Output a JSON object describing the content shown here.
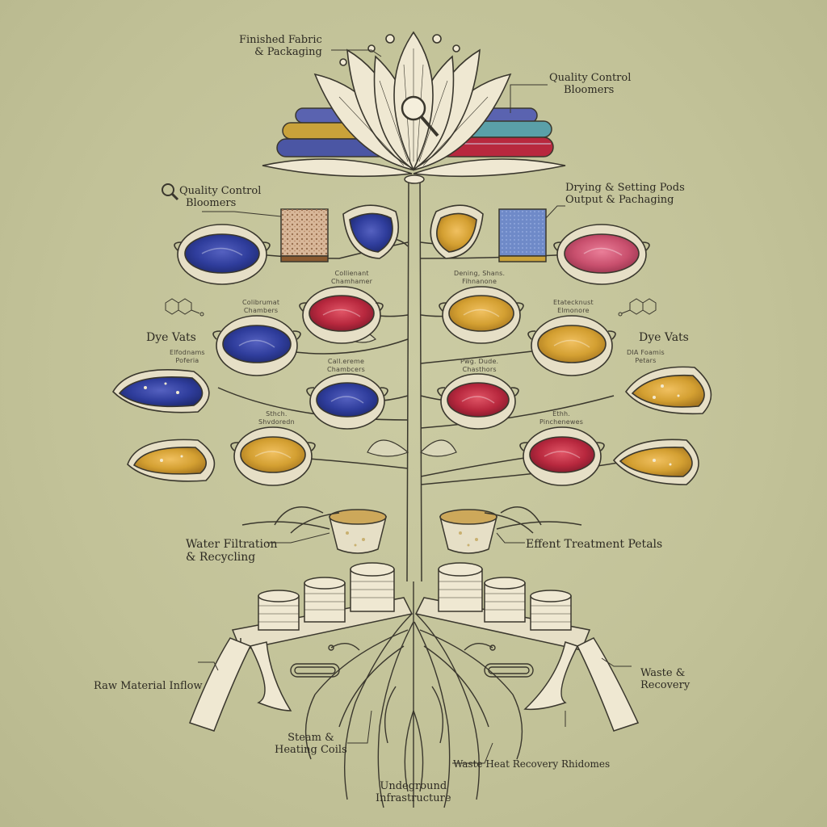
{
  "labels": {
    "finished_fabric": [
      "Finished Fabric",
      "& Packaging"
    ],
    "qc_bloomers_top": [
      "Quality Control",
      "Bloomers"
    ],
    "qc_bloomers_left": [
      "Quality Control",
      "Bloomers"
    ],
    "drying_setting": [
      "Drying & Setting Pods",
      "Output & Pachaging"
    ],
    "dye_vats_left": "Dye Vats",
    "dye_vats_right": "Dye Vats",
    "water_filtration": [
      "Water Filtration",
      "& Recycling"
    ],
    "effluent_treatment": "Effent Treatment Petals",
    "raw_material": "Raw Material Inflow",
    "waste_recovery": [
      "Waste &",
      "Recovery"
    ],
    "steam_heating": [
      "Steam &",
      "Heating Coils"
    ],
    "waste_heat": "Waste Heat Recovery Rhidomes",
    "underground": [
      "Undeground",
      "Infrastructure"
    ]
  },
  "small_labels": {
    "collimant": [
      "Collienant",
      "Chamhamer"
    ],
    "dening": [
      "Dening, Shans.",
      "Fihnanone"
    ],
    "colibrumat": [
      "Colibrumat",
      "Chambers"
    ],
    "elatecknust": [
      "Etatecknust",
      "Elmonore"
    ],
    "elfodms": [
      "Elfodnams",
      "Poferia"
    ],
    "call_chambers": [
      "Call.ereme",
      "Chambcers"
    ],
    "pwg_chasthors": [
      "Pwg. Dude.",
      "Chasthors"
    ],
    "dia_foams": [
      "DIA Foamis",
      "Petars"
    ],
    "sthich": [
      "Sthch.",
      "Shvdoredn"
    ],
    "ethh": [
      "Ethh.",
      "Pinchenewes"
    ]
  },
  "colors": {
    "background": "#c4c49a",
    "ink": "#3a372d",
    "blue_dye": "#2f3d9c",
    "red_dye": "#b8283e",
    "gold_dye": "#d4a032",
    "pink_dye": "#c9506e",
    "cream": "#efe8d2"
  },
  "icons": {
    "magnifier": "magnifier-icon",
    "molecule": "molecule-icon"
  }
}
